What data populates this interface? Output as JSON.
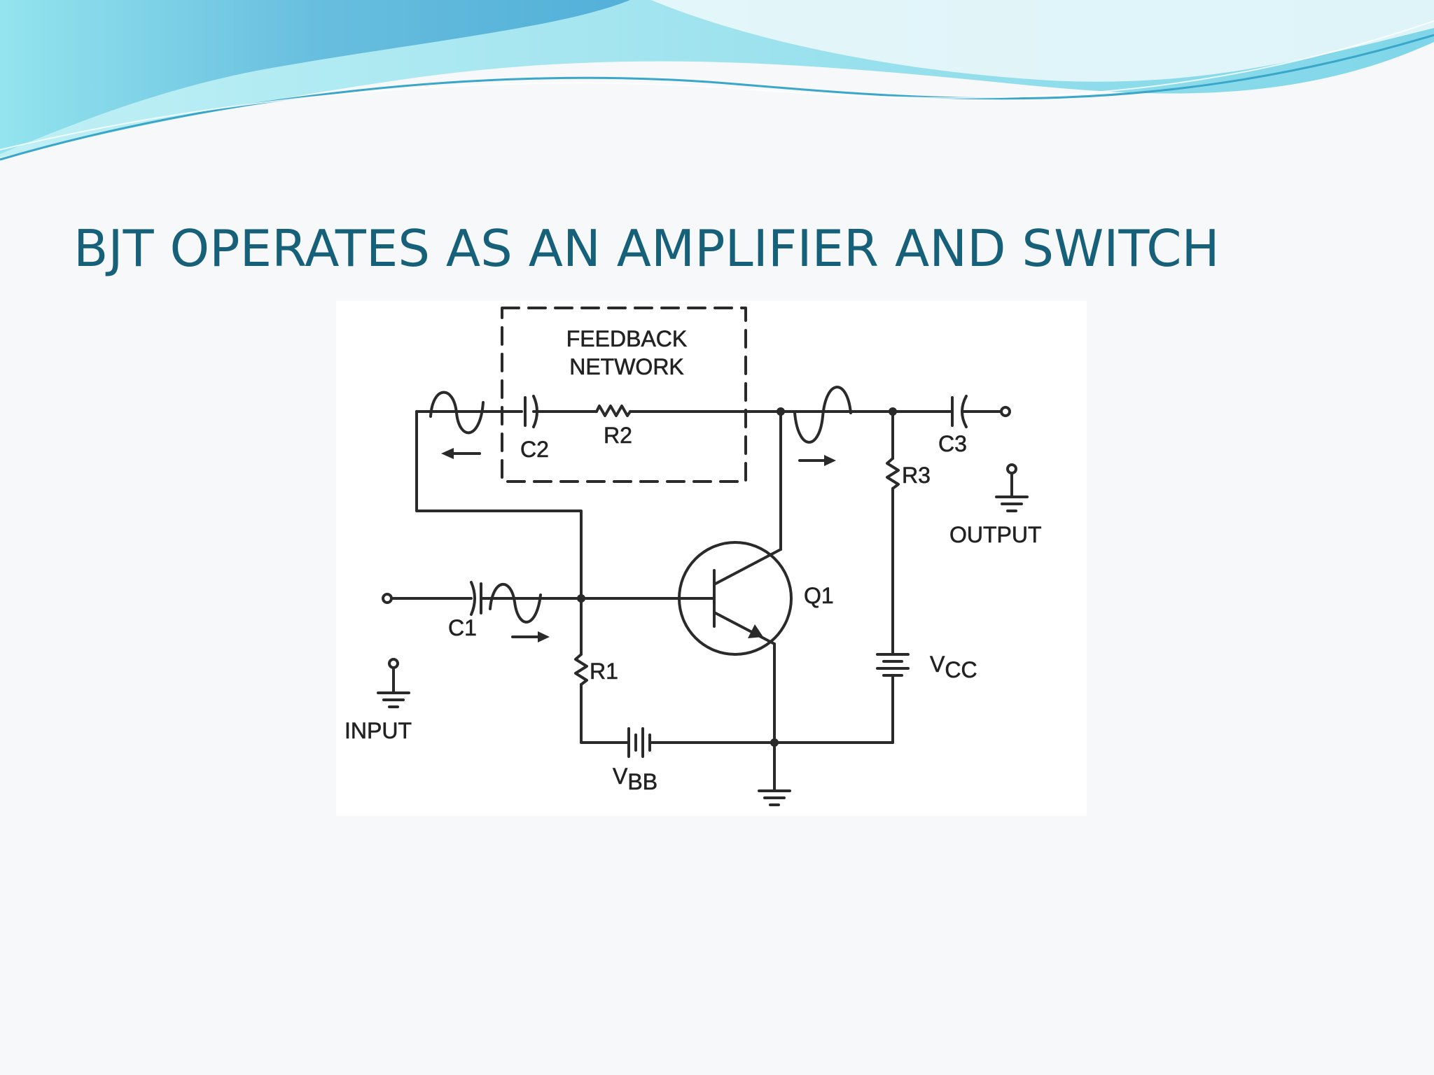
{
  "slide": {
    "title": "BJT OPERATES AS AN AMPLIFIER AND SWITCH"
  },
  "theme": {
    "title_color": "#17607a",
    "banner_light": "#b7ecf2",
    "banner_mid": "#6cc6e0",
    "banner_dark": "#3a9fd0",
    "background": "#f7f8f9"
  },
  "circuit": {
    "feedback_label_line1": "FEEDBACK",
    "feedback_label_line2": "NETWORK",
    "c1": "C1",
    "c2": "C2",
    "c3": "C3",
    "r1": "R1",
    "r2": "R2",
    "r3": "R3",
    "q1": "Q1",
    "vcc_main": "V",
    "vcc_sub": "CC",
    "vbb_main": "V",
    "vbb_sub": "BB",
    "input_label": "INPUT",
    "output_label": "OUTPUT"
  }
}
